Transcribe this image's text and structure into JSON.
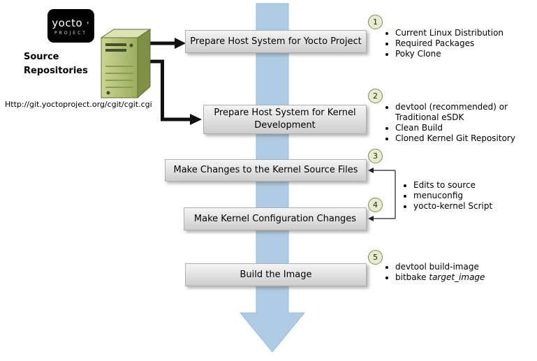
{
  "logo": {
    "brand": "yocto ·",
    "subtitle": "PROJECT"
  },
  "source": {
    "label": "Source Repositories",
    "url": "Http://git.yoctoproject.org/cgit/cgit.cgi"
  },
  "steps": [
    {
      "num": "1",
      "title": "Prepare Host System for Yocto Project",
      "bullets": [
        "Current Linux Distribution",
        "Required Packages",
        "Poky Clone"
      ]
    },
    {
      "num": "2",
      "title": "Prepare Host System for Kernel Development",
      "bullets": [
        "devtool (recommended) or Traditional eSDK",
        "Clean Build",
        "Cloned Kernel Git Repository"
      ]
    },
    {
      "num": "3",
      "title": "Make Changes to the Kernel Source Files"
    },
    {
      "num": "4",
      "title": "Make Kernel Configuration Changes"
    },
    {
      "num": "5",
      "title": "Build the Image"
    }
  ],
  "shared_list": [
    "Edits to source",
    "menuconfig",
    "yocto-kernel Script"
  ],
  "step5_list": {
    "item1": "devtool build-image",
    "item2_prefix": "bitbake ",
    "item2_italic": "target_image"
  },
  "colors": {
    "arrow_blue": "#b0cbe4",
    "arrow_blue_edge": "#9bbbd9",
    "circle_fill": "#e7edcc",
    "circle_border": "#7d8d4e",
    "box_border": "#b0b0b0",
    "logo_bg": "#000000",
    "server_front": "#b4c172",
    "server_side": "#7f8f45",
    "server_top": "#dde3ae"
  }
}
